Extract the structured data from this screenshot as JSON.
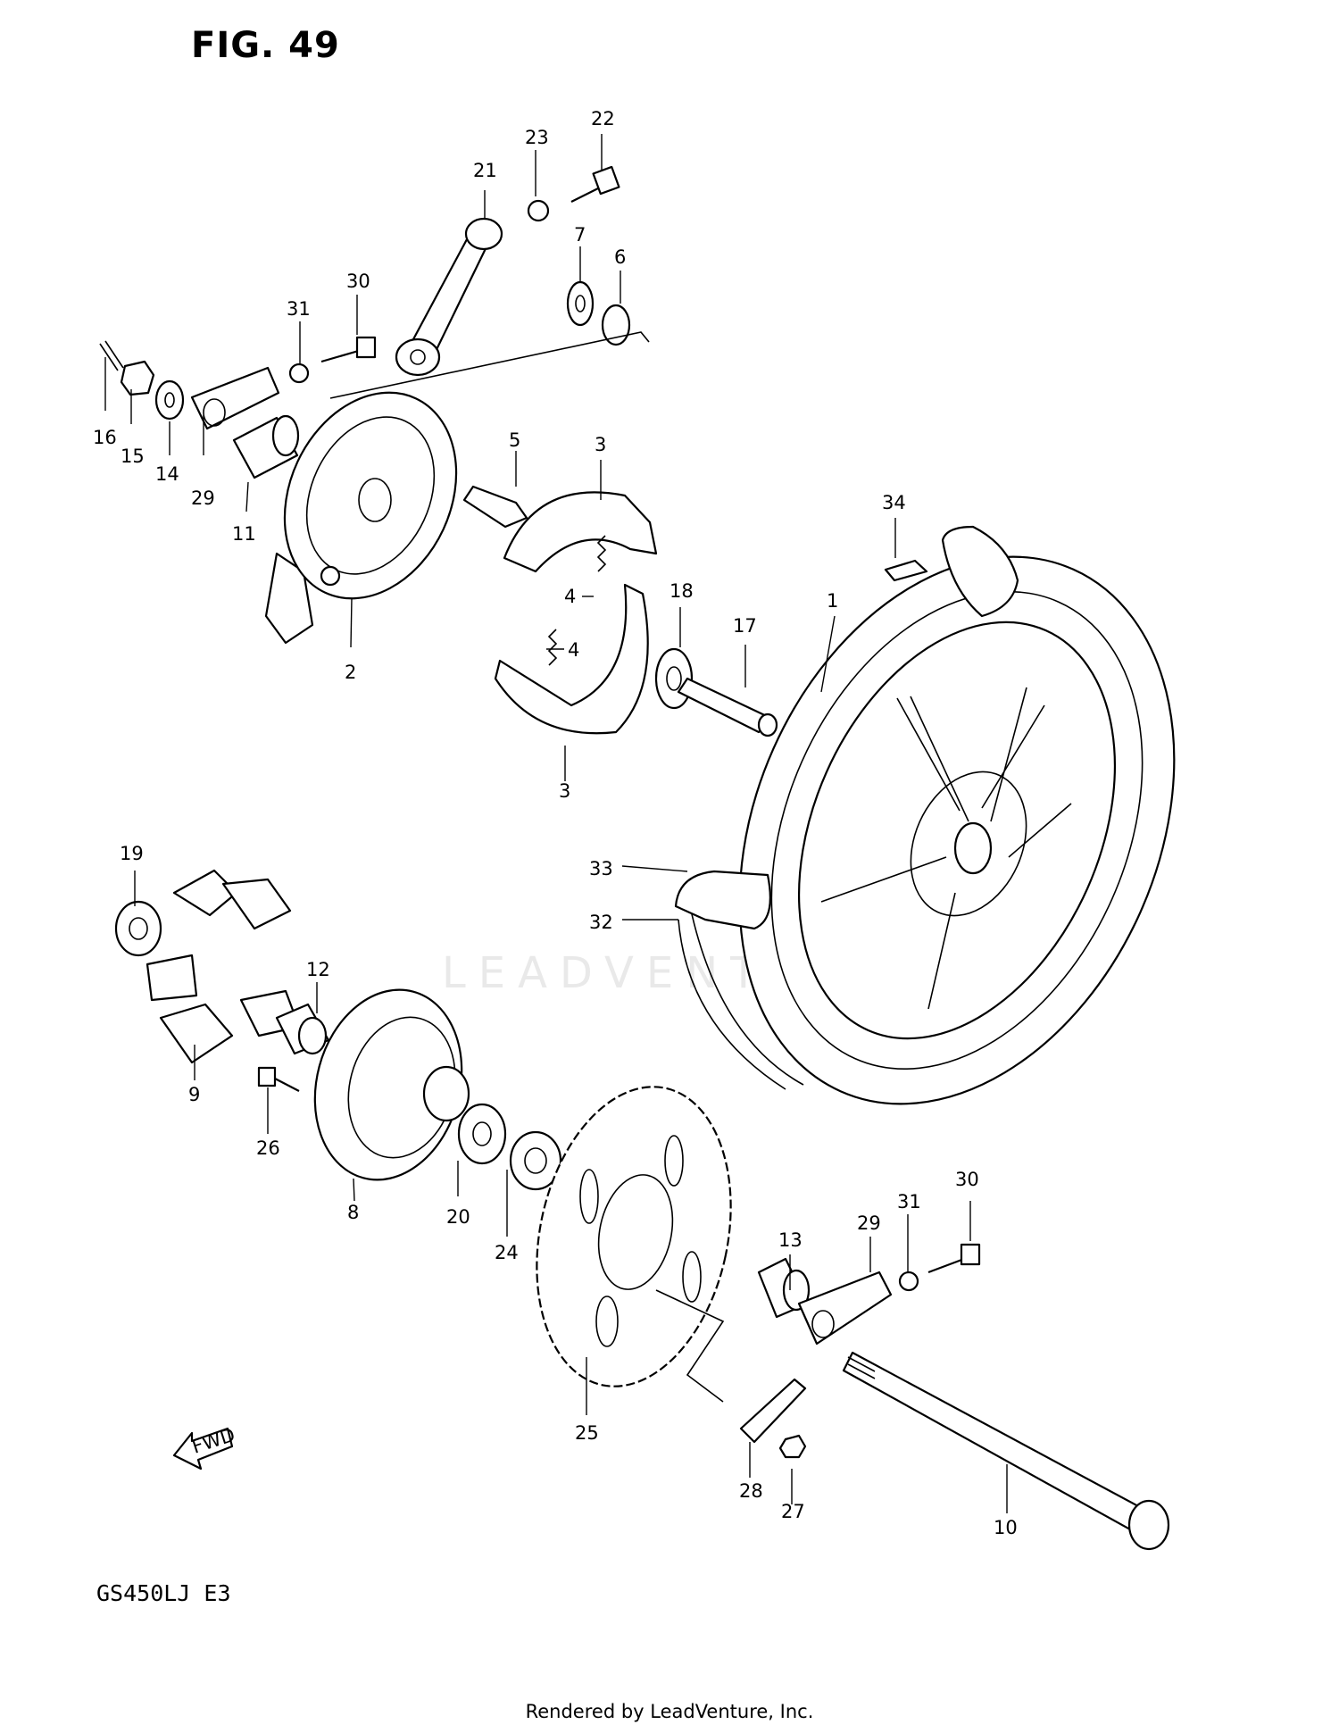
{
  "figure": {
    "title": "FIG. 49",
    "model": "GS450LJ  E3"
  },
  "footer": {
    "text": "Rendered by LeadVenture, Inc."
  },
  "watermark": {
    "text": "LEADVENTURE",
    "color": "#e9e9e9"
  },
  "fwd_arrow": {
    "label": "FWD"
  },
  "callouts": [
    "1",
    "2",
    "3",
    "3",
    "4",
    "4",
    "5",
    "6",
    "7",
    "8",
    "9",
    "10",
    "11",
    "12",
    "13",
    "14",
    "15",
    "16",
    "17",
    "18",
    "19",
    "20",
    "21",
    "22",
    "23",
    "24",
    "25",
    "26",
    "27",
    "28",
    "29",
    "29",
    "30",
    "30",
    "31",
    "31",
    "32",
    "33",
    "34"
  ]
}
